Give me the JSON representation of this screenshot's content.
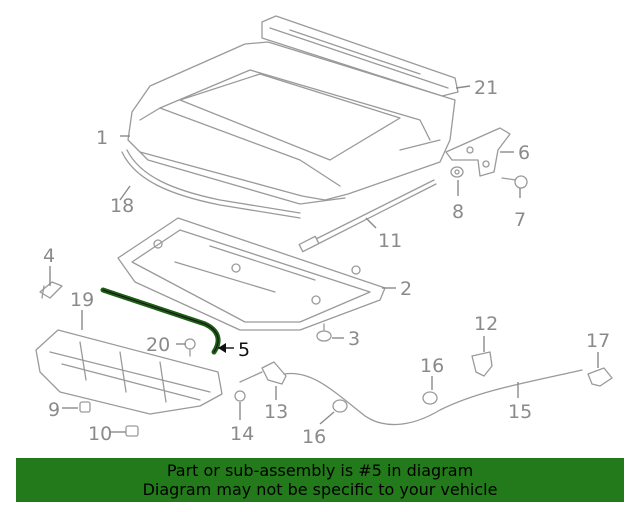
{
  "diagram": {
    "highlighted_part": "5",
    "highlight_color": "#1f5c17",
    "callouts": [
      "1",
      "2",
      "3",
      "4",
      "5",
      "6",
      "7",
      "8",
      "9",
      "10",
      "11",
      "12",
      "13",
      "14",
      "15",
      "16",
      "16",
      "17",
      "18",
      "19",
      "20",
      "21"
    ]
  },
  "banner": {
    "line1": "Part or sub-assembly is #5 in diagram",
    "line2": "Diagram may not be specific to your vehicle",
    "background": "#237a1a"
  }
}
